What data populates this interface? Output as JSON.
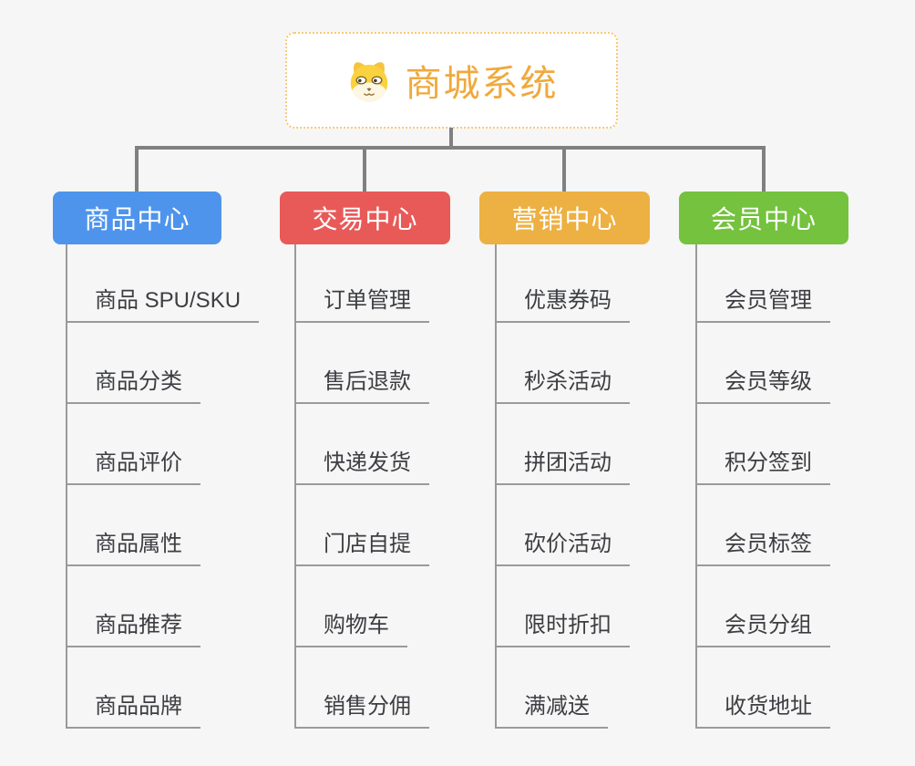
{
  "root": {
    "title": "商城系统",
    "icon": "dog-face-icon"
  },
  "branches": [
    {
      "label": "商品中心",
      "color": "#4e94ec",
      "children": [
        "商品 SPU/SKU",
        "商品分类",
        "商品评价",
        "商品属性",
        "商品推荐",
        "商品品牌"
      ]
    },
    {
      "label": "交易中心",
      "color": "#e85a58",
      "children": [
        "订单管理",
        "售后退款",
        "快递发货",
        "门店自提",
        "购物车",
        "销售分佣"
      ]
    },
    {
      "label": "营销中心",
      "color": "#edb042",
      "children": [
        "优惠券码",
        "秒杀活动",
        "拼团活动",
        "砍价活动",
        "限时折扣",
        "满减送"
      ]
    },
    {
      "label": "会员中心",
      "color": "#74c23e",
      "children": [
        "会员管理",
        "会员等级",
        "积分签到",
        "会员标签",
        "会员分组",
        "收货地址"
      ]
    }
  ],
  "colors": {
    "background": "#f5f6f5",
    "root_accent": "#f0a93c",
    "root_border": "#f8c878",
    "connector": "#808080",
    "subline": "#9a9a9a",
    "leaf_text": "#3d3d42"
  }
}
